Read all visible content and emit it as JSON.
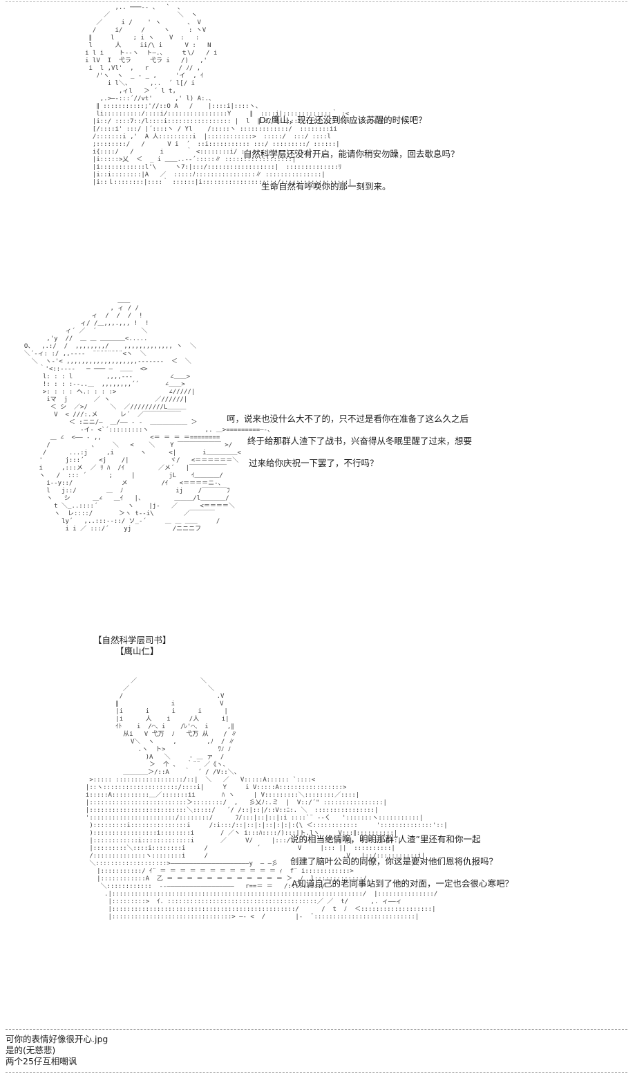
{
  "panel1": {
    "art": "             ,.. ───-- 、  `  、\n          ／                  ＼  ヽ\n        ／     i /    ' ヽ       、 V\n       /     i/     /     ヽ     : ヽV\n      ∥     l     ; i ヽ    V  :   :\n      l      人     ii/\\ i      V :   N\n     i l i    ト--ヽ  ト―.、    ｔ\\/   / i\n     i lV  I  弋ラ     弋ラ i   /)   ,'\n      i  l ,Vl'  ,   r        / ﾉ/ ,\n        ﾉ'ヽ  ヽ  _ ‐ _ ,     'イ  , ｲ\n           i l＼、     ,..  ´ l[/ i\n              ,ィl   ＞ ´ l t,\n         ,.>―‐:::´//vt'      ,' l) A:.、\n        ∥ :::::::::::;'//::O A   /    |::::i|::::ヽ、\n        li::::::::::/::::i/::::::::::::::::Y     ∥  ::::i|:::::::::::::｀ :<\n       |i::/ ::::7::/l::::i::::::::::::::::: |  l  ∥ :/ ::::::::::::::::::::::::::::Y\n       [/::::i' :::/ |´::::ヽ / Yl    /:::::ヽ :::::::::::::/  ::::::::ii\n       /:::::::i ,'  A 人:::::::::i  |::::::::::::>  :::::/  :::/ ::::l\n       ;::::::::/   /      V i  ´  ::i::::::::::: :::/ :::::::::/ ::::::|\n       i{::::/   /       i      ｀ <::::::::i/ ::::::::::::::::::}\n       |i:::::>乂  ＜  _ i ＿＿..-‐´:::::∥ ::::::::::::::::::|\n       |i::::::::::::l'\\     ヽ7:|:::/::::::::::::::::::|  ::::::::::::::ﾘ\n       |i::i::::::::|A   ／  :::::ﾉ::::::::::::::::∥ :::::::::::::::|\n       |i::ｌ::::::::|::::｀ ::::::|i::::::::::::::::::::/::::::::::::::::::|",
    "lines": [
      "Dr.鹰山，现在还没到你应该苏醒的时候吧？",
      "自然科学层还没有开启，能请你稍安勿躁，回去歇息吗？",
      "生命自然有呼唤你的那一刻到来。"
    ]
  },
  "panel2": {
    "art": "                           ＿＿\n                         , ィ / /\n                    ィ  /  /  /  !\n                 ィ/ /＿,,,.,,, !  !\n             ィ´ ／  ´            ＼\n        ,'y  //  ＿ ＿ ＿＿＿＿<.....\n  O、  ,.:/  /  ,,,,,,,,/    ,,,,,,,,,,,,, ヽ  ＼\n  ＼´-ィ: :/ ,,-‐‐‐  ¨¨¨¨¨¨¨¨<ヽ  ＼\n    ＼  ヽ‐'< ,,,,,,,,,,,,,,,,,,,-‐‐‐‐‐‐  ＜  ＼\n      ｀'<::‐-‐‐   ─ ─── ―  ＿＿  <>\n       l: : : l         ,,,,‐‐‐          ∠＿＿>\n       !: : : :‐-..＿  ,,,,,,,,´´       ∠＿＿>\n       >: : : : ヘ.: : : :>              ∠/////|\n        iマ  j       ／ ヽ            ／//////|\n         ＜ シ  ／>/      ＼  ／/////////L＿＿＿\n          V  < ///:.メ      レ´  ／￣￣￣￣￣￣\n              ＜ :ニニ/―  ＿/―― - -  ＿＿＿＿＿＿ ＞\n                 ‐イ‐ <`´:::::::::ヽ               ,. ＿>=========―-、\n         ＿ ∠  <―― - ,,             <＝ ＝ ＝ ＝========\n        /           、    ＼   <    ＼    Y ￣￣￣￣￣￣￣ >/\n       /      ...:j     ,i       ヽ      <|       i＿＿＿＿＿<\n      '      j:::´    <j    /|           ヾ/   <＝＝＝＝＝＝＼\n      i     ,:::メ  ／ ﾘ ﾊ  /ｲ         ／メ´   |￣￣￣￣￣￣\n      ヽ   /  ::: ´      ;     |         jL    ｲ＿＿＿＿/\n        i‐‐y::/             メ         /ｲ   <＝＝＝＝ニ-、\n        l   j::/        ＿  ﾉ              ij    /￣￣￣￣ﾌ\n        ヽ   シ      ＿∠   ＿ｲ   |、        ＿＿＿/l＿＿＿＿/\n          t ＼_..::::´        ヽ    |j‐   ／      <＝＝＝＝＼\n          ヽ  レ::::/       ＞ヽ t‐‐i\\        ／￣￣￣￣\n            ly´   ,..:::‐-::/ ソ_‐´     ＿ ＿ ＿＿     /\n             i i ／ :::/´    yj           /ニニニフ",
    "lines": [
      "呵，说来也没什么大不了的，只不过是看你在准备了这么久之后",
      "终于给那群人渣下了战书，兴奋得从冬眠里醒了过来，想要",
      "过来给你庆祝一下罢了，不行吗？"
    ],
    "caption_title": "【自然科学层司书】",
    "caption_name": "【鹰山仁】"
  },
  "panel3": {
    "art": "                   ／                 ＼\n                 ／                     ＼\n                /                         .V\n               ∥              i            V\n               |i      i      i      i      |\n               |i      人    i     /人      i|\n               ｲﾄ    i  /⌒、i    /ﾚ'⌒、 i     ,∥\n                 从i   V 弋万  ﾉ   弋万 从    / ∥\n                   V＼  ヽ     ,        ,ﾉ  / ∥\n                     .ヽ  ト>              ﾜﾉ ﾉ\n                       )A   ＼     ‐ ＿ ァ  /\n                        ＞  个 、  ｀¨¨ ／《ヽ、\n                 ＿＿＿＿＞/::A    ｀  ´ / /V::＼、\n        >::::: ::::::::::::::::::/::|  ＼   ／   V:::::A:::::: `::::<\n       |::ヽ::::::::::::::::::::/::::i|     Y     i V:::::A:::::::::::::::::>\n       i:::::A::::::::::＿／:::::::ii       ﾊ ヽ     | V:::::::::＼::::::::／::::|\n       |::::::::::::::::::::::::::＞::::::::/  ,   彡乂ﾉ:.ミ  |  V::/´\" ::::::::::::::::|\n       |::::::::::::::::::::::::::＼:::::/   ´/ /::|::|/::V::ﾆ:. ＼  ::::::::::::::::|\n       ':::::::::::::::::::::::/::::::::/      ﾌ/:::|::|::|:i ::::`¨ ‐-く   ':::::::ヽ:::::::::::|\n        ):::::::::i:::::::::::::::i     /:i:::/::|::|:|::|:|:|:(\\ ＜::::::::::::     '::::::::::::::'::|\n        ):::::::::::::::::i::::::::i       / ／ヽ i:::ﾊ::::/):::|ト.lヽ     V:::∥::::::::::|\n        |::::::::::::i:::::::::::::i       ／     V/     |:::/   ヽ     V::: ||  ::::::::::|\n        |:::::::::＼::::i::::::::i     /             ´          V     |::: ||  ::::::::::|\n        /::::::::::::::ヽ::::::::i     /                                    .V   |::/:::::::::::i|\n        ＼:::::::::::::::::::>―――――――――――――――――――――y  ― ―彡\n          |:::::::::::/ ｲ¨ ＝ ＝ ＝ ＝ ＝ ＝ ＝ ＝ ＝ ＝ ＝ ＝ ｨ  f¨ i::::::::::::>\n          |::::::::::::A  乙 ＝ ＝ ＝ ＝ ＝ ＝ ＝ ＝ ＝ ＝ ＝ ＝ ＞ _ﾉ  l:::::::::::::/\n           ＼::::::::::::  ‐‐――――――――――――――――――   r==＝ ＝   /:::::::::/\n            .|:::::::::::::::::::::::::::::::::::::::::::::::::::::::::::::::::::/  |:::::::::::::::/\n             |:::::::::>  ｲ. ::::::::::::::::::::::::::::::::::::::::／ ／  t/      ,. ィ――ィ\n             |:::::::::::::::::::::::::::::::::::::::::::::::::/      /  t  ﾉ  ＜:::::::::::::::::::|\n             |::::::::::::::::::::::::::::::::> ―‐ <  /        |‐  ¨:::::::::::::::::::::::::::|",
    "lines": [
      "说的相当绝情啊，明明那群“人渣”里还有和你一起",
      "创建了脑叶公司的同僚，你这是要对他们恩将仇报吗？",
      "A知道自己的老同事站到了他的对面，一定也会很心寒吧？"
    ]
  },
  "footer": {
    "line1": "可你的表情好像很开心.jpg",
    "line2": "是的(无慈悲)",
    "line3": "两个25仔互相嘲讽"
  }
}
